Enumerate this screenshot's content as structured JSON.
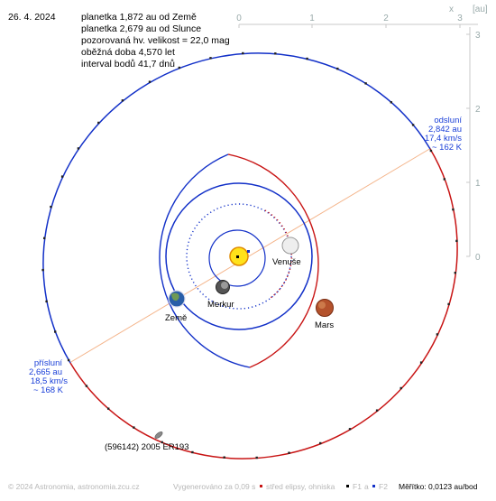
{
  "date": "26. 4. 2024",
  "info_lines": [
    "planetka 1,872 au od Země",
    "planetka 2,679 au od Slunce",
    "pozorovaná hv. velikost = 22,0 mag",
    "oběžná doba 4,570 let",
    "interval bodů 41,7 dnů"
  ],
  "axis": {
    "x_label": "x",
    "unit_label": "[au]",
    "x_ticks": [
      "0",
      "1",
      "2",
      "3"
    ],
    "y_ticks": [
      "3",
      "2",
      "1",
      "0"
    ]
  },
  "aphelion": {
    "title": "odsluní",
    "distance": "2,842 au",
    "speed": "17,4 km/s",
    "temp": "~ 162 K"
  },
  "perihelion": {
    "title": "přísluní",
    "distance": "2,665 au",
    "speed": "18,5 km/s",
    "temp": "~ 168 K"
  },
  "bodies": {
    "venus": "Venuše",
    "mercury": "Merkur",
    "earth": "Země",
    "mars": "Mars",
    "asteroid": "(596142) 2005 ER193"
  },
  "footer": {
    "copyright": "© 2024 Astronomia, astronomia.zcu.cz",
    "generated": "Vygenerováno za 0,09 s",
    "legend_center": "střed elipsy, ohniska",
    "legend_f1": "F1",
    "legend_a": "a",
    "legend_f2": "F2",
    "scale": "Měřítko: 0,0123 au/bod"
  },
  "colors": {
    "orbit_blue": "#1230c8",
    "orbit_red": "#c81414",
    "apsides_line": "#f4b48a",
    "label_blue": "#1a3fd8"
  }
}
